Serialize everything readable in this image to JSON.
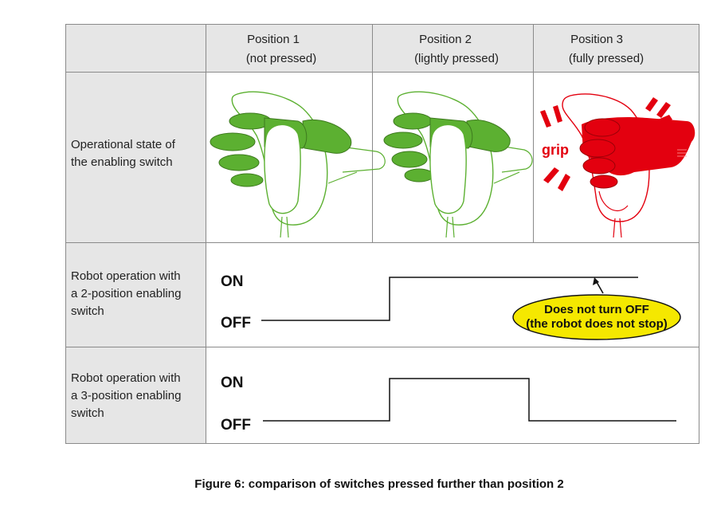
{
  "header": {
    "positions": [
      {
        "title": "Position 1",
        "subtitle": "(not pressed)"
      },
      {
        "title": "Position 2",
        "subtitle": "(lightly pressed)"
      },
      {
        "title": "Position 3",
        "subtitle": "(fully pressed)"
      }
    ]
  },
  "rows": {
    "state": {
      "line1": "Operational state of",
      "line2": "the enabling switch"
    },
    "two_position": {
      "line1": "Robot operation with",
      "line2": "a 2-position enabling",
      "line3": "switch"
    },
    "three_position": {
      "line1": "Robot operation with",
      "line2": "a 3-position enabling",
      "line3": "switch"
    }
  },
  "signals": {
    "on": "ON",
    "off": "OFF"
  },
  "callout": {
    "line1": "Does not turn OFF",
    "line2": "(the robot does not stop)"
  },
  "grip_label": "grip",
  "caption": "Figure 6: comparison of switches pressed further than position 2",
  "colors": {
    "header_fill": "#e6e6e6",
    "grid_line": "#8a8a8a",
    "hand_green": "#5cb031",
    "hand_red": "#e3000f",
    "callout_yellow": "#f5e800"
  }
}
